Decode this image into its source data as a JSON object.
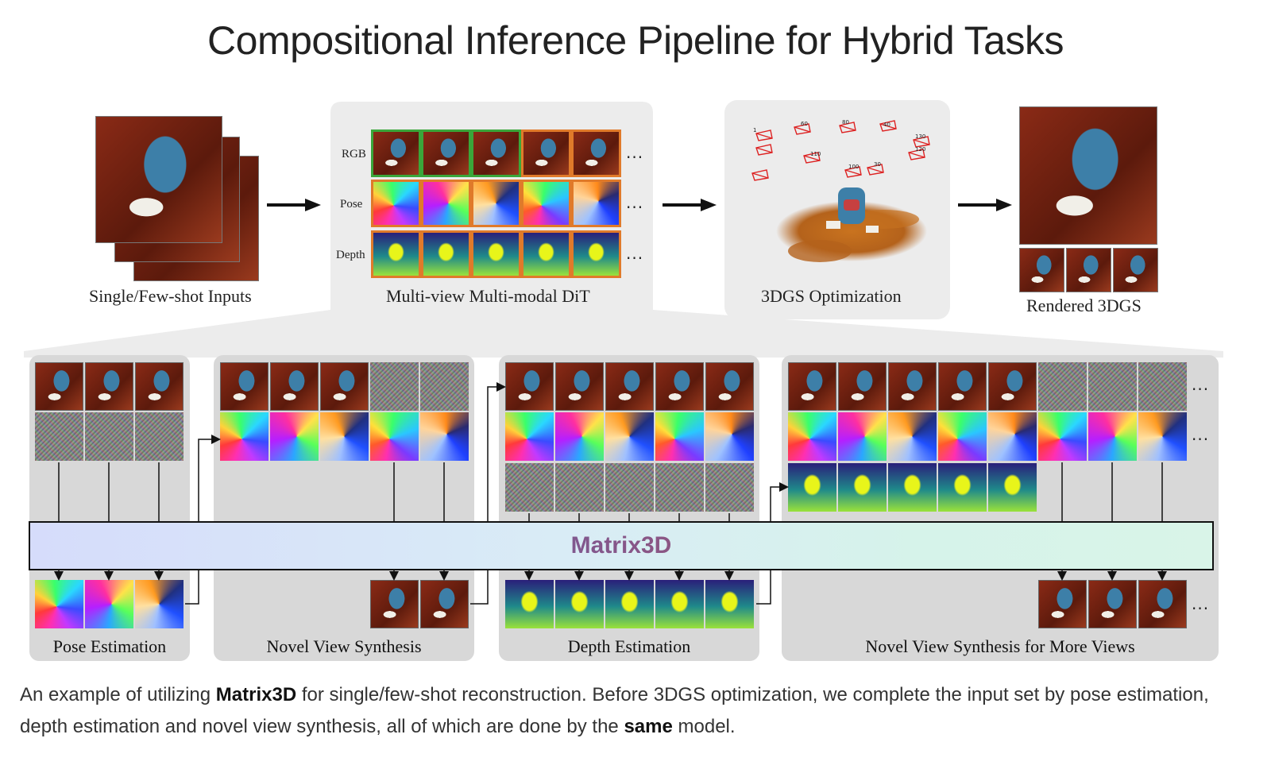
{
  "title": "Compositional Inference Pipeline for Hybrid Tasks",
  "top": {
    "inputs_label": "Single/Few-shot Inputs",
    "dit_label": "Multi-view Multi-modal DiT",
    "row_labels": [
      "RGB",
      "Pose",
      "Depth"
    ],
    "gs_label": "3DGS Optimization",
    "rendered_label": "Rendered 3DGS",
    "camera_tags": [
      "1",
      "60",
      "80",
      "40",
      "130",
      "120",
      "110",
      "100",
      "30"
    ]
  },
  "band": {
    "label": "Matrix3D"
  },
  "tasks": [
    {
      "label": "Pose Estimation"
    },
    {
      "label": "Novel View Synthesis"
    },
    {
      "label": "Depth Estimation"
    },
    {
      "label": "Novel View Synthesis for More Views"
    }
  ],
  "ellipsis": "...",
  "caption": {
    "p1": "An example of utilizing ",
    "b1": "Matrix3D",
    "p2": " for single/few-shot reconstruction. Before 3DGS optimization, we complete the input set by pose estimation, depth estimation and novel view synthesis, all of which are done by the ",
    "b2": "same",
    "p3": " model."
  },
  "colors": {
    "rgb_border": "#3aa63a",
    "modal_border": "#e07a2a",
    "band_text_start": "#4a63c8",
    "band_text_end": "#c24a4a"
  }
}
